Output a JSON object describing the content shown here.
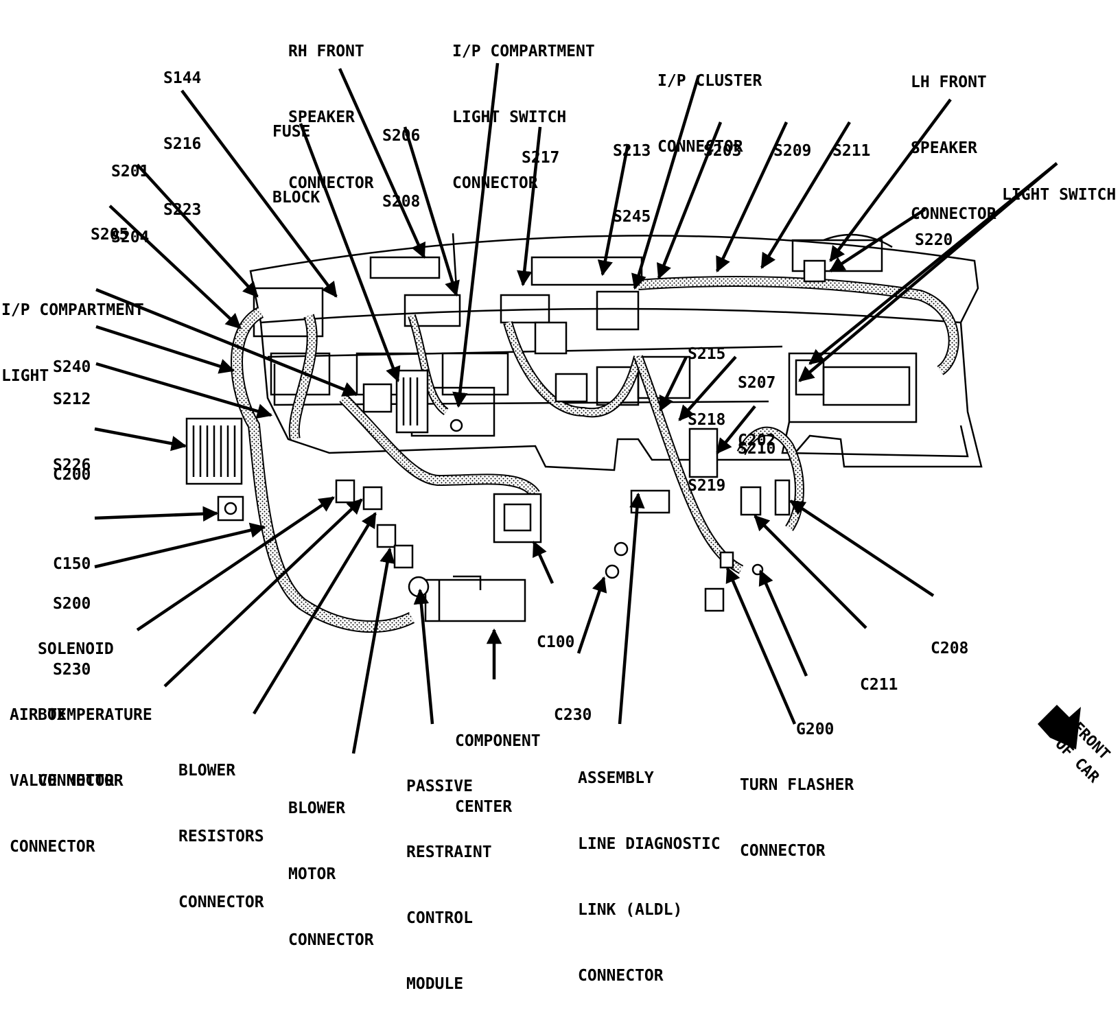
{
  "labels": {
    "s144": [
      "S144",
      "S216",
      "S223"
    ],
    "rh_front_speaker": [
      "RH FRONT",
      "SPEAKER",
      "CONNECTOR"
    ],
    "ip_compartment_switch": [
      "I/P COMPARTMENT",
      "LIGHT SWITCH",
      "CONNECTOR"
    ],
    "ip_cluster": [
      "I/P CLUSTER",
      "CONNECTOR"
    ],
    "lh_front_speaker": [
      "LH FRONT",
      "SPEAKER",
      "CONNECTOR"
    ],
    "fuse_block": [
      "FUSE",
      "BLOCK"
    ],
    "s206": [
      "S206",
      "S208"
    ],
    "s217": [
      "S217"
    ],
    "s213": [
      "S213",
      "S245"
    ],
    "s203": [
      "S203"
    ],
    "s209": [
      "S209"
    ],
    "s211": [
      "S211"
    ],
    "s201": [
      "S201",
      "S204"
    ],
    "light_switch": [
      "LIGHT SWITCH"
    ],
    "s205": [
      "S205"
    ],
    "s220": [
      "S220"
    ],
    "ip_compartment_light": [
      "I/P COMPARTMENT",
      "LIGHT"
    ],
    "s215": [
      "S215",
      "S218",
      "S219"
    ],
    "s207": [
      "S207",
      "S210"
    ],
    "s240": [
      "S240"
    ],
    "s212": [
      "S212",
      "S226"
    ],
    "c202": [
      "C202"
    ],
    "c200": [
      "C200"
    ],
    "c150": [
      "C150"
    ],
    "s200": [
      "S200",
      "S230"
    ],
    "solenoid": [
      "SOLENOID",
      "BOX",
      "CONNECTOR"
    ],
    "c100": [
      "C100"
    ],
    "c208": [
      "C208"
    ],
    "c211": [
      "C211"
    ],
    "air_temp": [
      "AIR TEMPERATURE",
      "VALVE MOTOR",
      "CONNECTOR"
    ],
    "c230": [
      "C230"
    ],
    "g200": [
      "G200"
    ],
    "component_center": [
      "COMPONENT",
      "CENTER"
    ],
    "blower_resistors": [
      "BLOWER",
      "RESISTORS",
      "CONNECTOR"
    ],
    "blower_motor": [
      "BLOWER",
      "MOTOR",
      "CONNECTOR"
    ],
    "passive_restraint": [
      "PASSIVE",
      "RESTRAINT",
      "CONTROL",
      "MODULE"
    ],
    "aldl": [
      "ASSEMBLY",
      "LINE DIAGNOSTIC",
      "LINK (ALDL)",
      "CONNECTOR"
    ],
    "turn_flasher": [
      "TURN FLASHER",
      "CONNECTOR"
    ]
  },
  "front_of_car": [
    "FRONT",
    "OF CAR"
  ]
}
